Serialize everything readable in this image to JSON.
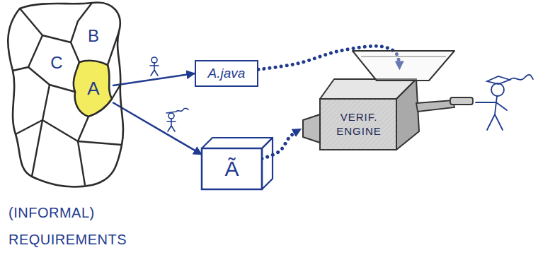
{
  "diagram": {
    "nodes": [
      {
        "text": [
          "(INFORMAL) REQUIREMENTS"
        ]
      },
      {
        "text": [
          "B"
        ],
        "in": 0
      },
      {
        "text": [
          "C"
        ],
        "in": 0
      },
      {
        "text": [
          "A"
        ],
        "in": 0
      },
      {
        "text": [
          "A.java"
        ]
      },
      {
        "text": [
          "Ã"
        ]
      },
      {
        "text": [
          "VERIF. ENGINE"
        ]
      }
    ],
    "edges": [
      {
        "from": 3,
        "to": 4,
        "arrow": "to"
      },
      {
        "from": 3,
        "to": 5,
        "arrow": "to"
      },
      {
        "from": 4,
        "to": 6,
        "arrow": "to"
      },
      {
        "from": 5,
        "to": 6,
        "arrow": "to"
      }
    ]
  }
}
